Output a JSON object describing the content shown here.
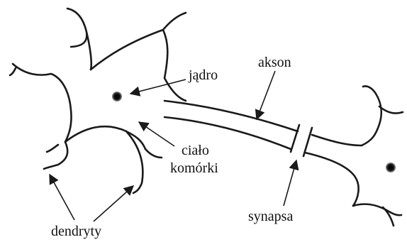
{
  "labels": {
    "nucleus": "jądro",
    "axon": "akson",
    "cell_body_line1": "ciało",
    "cell_body_line2": "komórki",
    "dendrites": "dendryty",
    "synapse": "synapsa"
  },
  "icons": {
    "nucleus_left": "nucleus-dot",
    "nucleus_right": "nucleus-dot"
  },
  "colors": {
    "ink": "#1a1a1a",
    "background": "#ffffff"
  }
}
